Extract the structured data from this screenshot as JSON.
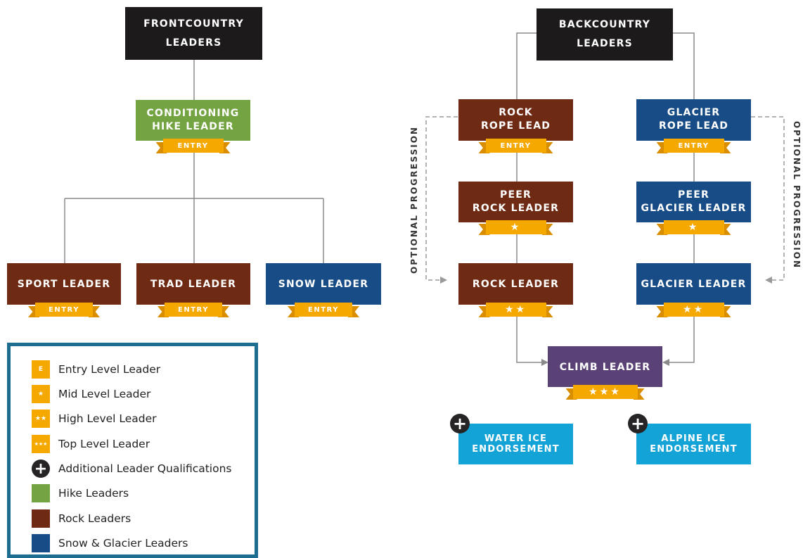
{
  "frontcountry": {
    "title": [
      "FRONTCOUNTRY",
      "LEADERS"
    ],
    "conditioning": {
      "lines": [
        "CONDITIONING",
        "HIKE LEADER"
      ],
      "badge": "ENTRY"
    },
    "sport": {
      "lines": [
        "SPORT LEADER"
      ],
      "badge": "ENTRY"
    },
    "trad": {
      "lines": [
        "TRAD LEADER"
      ],
      "badge": "ENTRY"
    },
    "snow": {
      "lines": [
        "SNOW LEADER"
      ],
      "badge": "ENTRY"
    }
  },
  "backcountry": {
    "title": [
      "BACKCOUNTRY",
      "LEADERS"
    ],
    "rock_rope": {
      "lines": [
        "ROCK",
        "ROPE LEAD"
      ],
      "badge": "ENTRY"
    },
    "glacier_rope": {
      "lines": [
        "GLACIER",
        "ROPE LEAD"
      ],
      "badge": "ENTRY"
    },
    "peer_rock": {
      "lines": [
        "PEER",
        "ROCK LEADER"
      ],
      "badge": "★"
    },
    "peer_glacier": {
      "lines": [
        "PEER",
        "GLACIER LEADER"
      ],
      "badge": "★"
    },
    "rock_leader": {
      "lines": [
        "ROCK LEADER"
      ],
      "badge": "★★"
    },
    "glacier_leader": {
      "lines": [
        "GLACIER LEADER"
      ],
      "badge": "★★"
    },
    "climb_leader": {
      "lines": [
        "CLIMB LEADER"
      ],
      "badge": "★★★"
    },
    "water_ice": {
      "lines": [
        "WATER ICE",
        "ENDORSEMENT"
      ]
    },
    "alpine_ice": {
      "lines": [
        "ALPINE ICE",
        "ENDORSEMENT"
      ]
    },
    "optional_left": "OPTIONAL PROGRESSION",
    "optional_right": "OPTIONAL PROGRESSION"
  },
  "legend": {
    "items": [
      {
        "label": "Entry Level Leader",
        "swatch": "E",
        "color": "#f5a800"
      },
      {
        "label": "Mid Level Leader",
        "swatch": "★",
        "color": "#f5a800"
      },
      {
        "label": "High Level Leader",
        "swatch": "★★",
        "color": "#f5a800"
      },
      {
        "label": "Top Level Leader",
        "swatch": "★★★",
        "color": "#f5a800"
      },
      {
        "label": "Additional Leader Qualifications",
        "swatch": "+",
        "color": "#262425"
      },
      {
        "label": "Hike Leaders",
        "swatch": "",
        "color": "#74a341"
      },
      {
        "label": "Rock Leaders",
        "swatch": "",
        "color": "#6e2a12"
      },
      {
        "label": "Snow & Glacier Leaders",
        "swatch": "",
        "color": "#184c86"
      }
    ]
  },
  "colors": {
    "black": "#1c1a1b",
    "hike": "#74a341",
    "rock": "#6e2a12",
    "snow_glacier": "#184c86",
    "climb": "#5a4277",
    "endorsement": "#14a3d6",
    "ribbon": "#f5a800",
    "connector": "#8a8a8a",
    "legend_border": "#1d6d90"
  }
}
